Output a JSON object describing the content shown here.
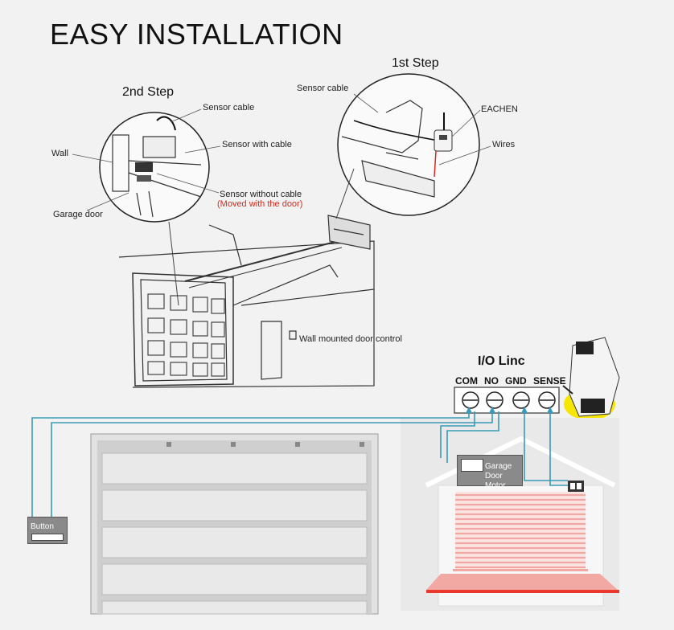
{
  "title": "EASY INSTALLATION",
  "steps": {
    "step1": "1st Step",
    "step2": "2nd Step"
  },
  "labels": {
    "sensor_cable_step2": "Sensor cable",
    "wall": "Wall",
    "sensor_with_cable": "Sensor with cable",
    "garage_door": "Garage door",
    "sensor_without_cable": "Sensor without cable",
    "moved_with_door": "(Moved with the door)",
    "sensor_cable_step1": "Sensor cable",
    "eachen": "EACHEN",
    "wires": "Wires",
    "wall_control": "Wall mounted door control"
  },
  "io": {
    "title": "I/O Linc",
    "terminals": [
      "COM",
      "NO",
      "GND",
      "SENSE"
    ]
  },
  "button_label": "Button",
  "motor_label_1": "Garage",
  "motor_label_2": "Door Motor",
  "colors": {
    "wire": "#3a9bb8",
    "highlight": "#f7e600",
    "door_stripe": "#f3a9a3",
    "floor": "#e8392c"
  }
}
